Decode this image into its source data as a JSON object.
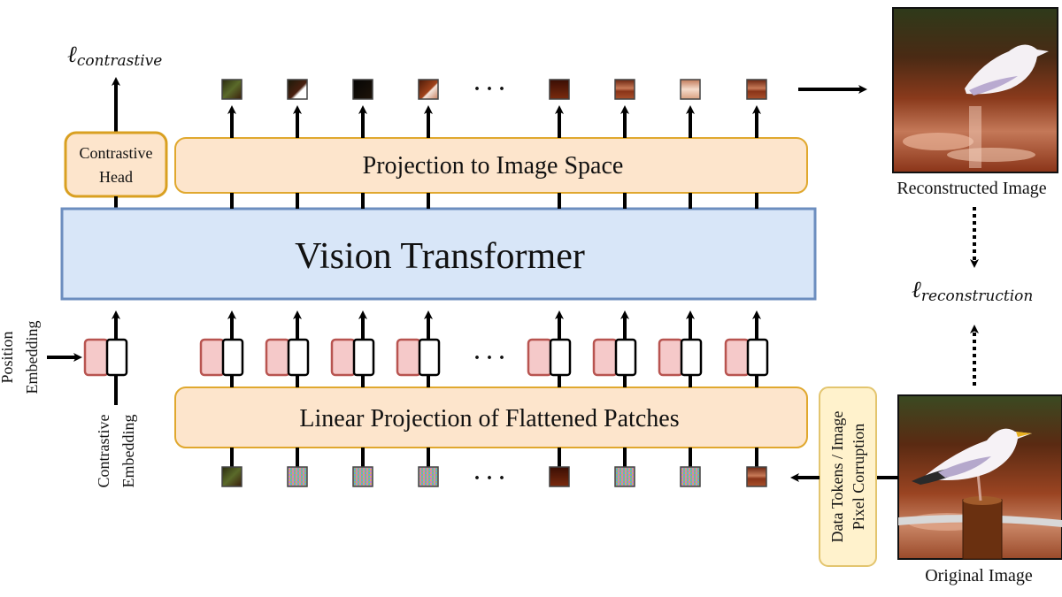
{
  "diagram": {
    "title": "Vision Transformer with reconstruction and contrastive objectives",
    "boxes": {
      "vision_transformer": "Vision Transformer",
      "projection_to_image": "Projection to Image Space",
      "linear_projection": "Linear Projection of Flattened Patches",
      "contrastive_head_line1": "Contrastive",
      "contrastive_head_line2": "Head",
      "corruption_line1": "Data Tokens / Image",
      "corruption_line2": "Pixel Corruption"
    },
    "labels": {
      "loss_contrastive_symbol": "ℓ",
      "loss_contrastive_sub": "contrastive",
      "loss_reconstruction_symbol": "ℓ",
      "loss_reconstruction_sub": "reconstruction",
      "position_embedding_line1": "Position",
      "position_embedding_line2": "Embedding",
      "contrastive_embedding_line1": "Contrastive",
      "contrastive_embedding_line2": "Embedding",
      "reconstructed_image": "Reconstructed Image",
      "original_image": "Original Image",
      "ellipsis": "· · ·"
    },
    "output_patches": [
      {
        "kind": "dark-green"
      },
      {
        "kind": "dark-white-corner"
      },
      {
        "kind": "black"
      },
      {
        "kind": "brown-white"
      },
      {
        "kind": "brown-dark"
      },
      {
        "kind": "brown-streak"
      },
      {
        "kind": "light-brown"
      },
      {
        "kind": "brown-streak"
      }
    ],
    "input_patches": [
      {
        "kind": "dark-green"
      },
      {
        "kind": "noise"
      },
      {
        "kind": "noise"
      },
      {
        "kind": "noise"
      },
      {
        "kind": "brown-dark"
      },
      {
        "kind": "noise"
      },
      {
        "kind": "noise"
      },
      {
        "kind": "brown-streak"
      }
    ],
    "colors": {
      "orange_fill": "#fde5cc",
      "orange_stroke": "#e0a82e",
      "blue_fill": "#d8e6f8",
      "blue_stroke": "#6c8ebf",
      "yellow_fill": "#fff2cc",
      "yellow_stroke": "#e3c56f",
      "pos_embed_fill": "#f5c9c9",
      "pos_embed_stroke": "#b85450"
    }
  }
}
